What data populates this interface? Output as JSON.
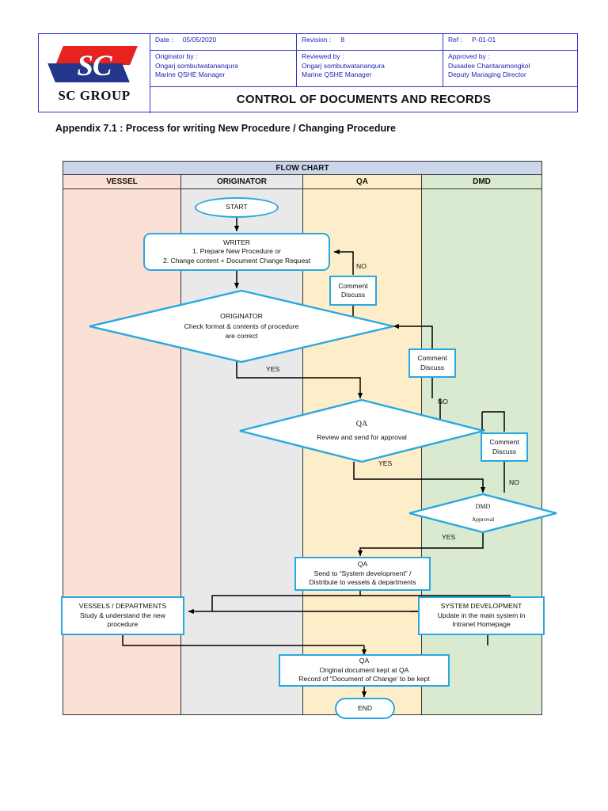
{
  "header": {
    "logo": {
      "mark": "SC",
      "word": "SC GROUP"
    },
    "date_label": "Date :",
    "date_value": "05/05/2020",
    "revision_label": "Revision :",
    "revision_value": "8",
    "ref_label": "Ref :",
    "ref_value": "P-01-01",
    "originator_label": "Originator by :",
    "originator_name": "Ongarj sombutwatananqura",
    "originator_role": "Marine QSHE Manager",
    "reviewed_label": "Reviewed by :",
    "reviewed_name": "Ongarj sombutwatananqura",
    "reviewed_role": "Marine QSHE Manager",
    "approved_label": "Approved by :",
    "approved_name": "Dusadee Chantaramongkol",
    "approved_role": "Deputy Managing Director",
    "doc_title": "CONTROL OF DOCUMENTS AND RECORDS"
  },
  "appendix": "Appendix 7.1 : Process for writing New Procedure / Changing Procedure",
  "flowchart": {
    "title": "FLOW CHART",
    "columns": [
      {
        "label": "VESSEL",
        "color": "#fbe0d5"
      },
      {
        "label": "ORIGINATOR",
        "color": "#e9e9e9"
      },
      {
        "label": "QA",
        "color": "#fdeec9"
      },
      {
        "label": "DMD",
        "color": "#d9ead0"
      }
    ],
    "nodes": {
      "start": "START",
      "writer_title": "WRITER",
      "writer_line1": "1. Prepare New Procedure or",
      "writer_line2": "2. Change content + Document Change Request",
      "originator_title": "ORIGINATOR",
      "originator_line1": "Check format & contents of procedure",
      "originator_line2": "are correct",
      "qa_decision_title": "QA",
      "qa_decision_line1": "Review and send for approval",
      "dmd_title": "DMD",
      "dmd_line1": "Approval",
      "comment1_line1": "Comment",
      "comment1_line2": "Discuss",
      "comment2_line1": "Comment",
      "comment2_line2": "Discuss",
      "comment3_line1": "Comment",
      "comment3_line2": "Discuss",
      "qa_send_title": "QA",
      "qa_send_line1": "Send to “System development” /",
      "qa_send_line2": "Distribute to vessels & departments",
      "vessels_title": "VESSELS / DEPARTMENTS",
      "vessels_line1": "Study & understand the new",
      "vessels_line2": "procedure",
      "sysdev_title": "SYSTEM DEVELOPMENT",
      "sysdev_line1": "Update in the main system in",
      "sysdev_line2": "Intranet Homepage",
      "qa_final_title": "QA",
      "qa_final_line1": "Original document kept at QA",
      "qa_final_line2": "Record of “Document of Change’ to be kept",
      "end": "END"
    },
    "edge_labels": {
      "no1": "NO",
      "yes1": "YES",
      "no2": "NO",
      "yes2": "YES",
      "no3": "NO",
      "yes3": "YES"
    },
    "accent_color": "#29a8e0",
    "line_color": "#000000"
  }
}
